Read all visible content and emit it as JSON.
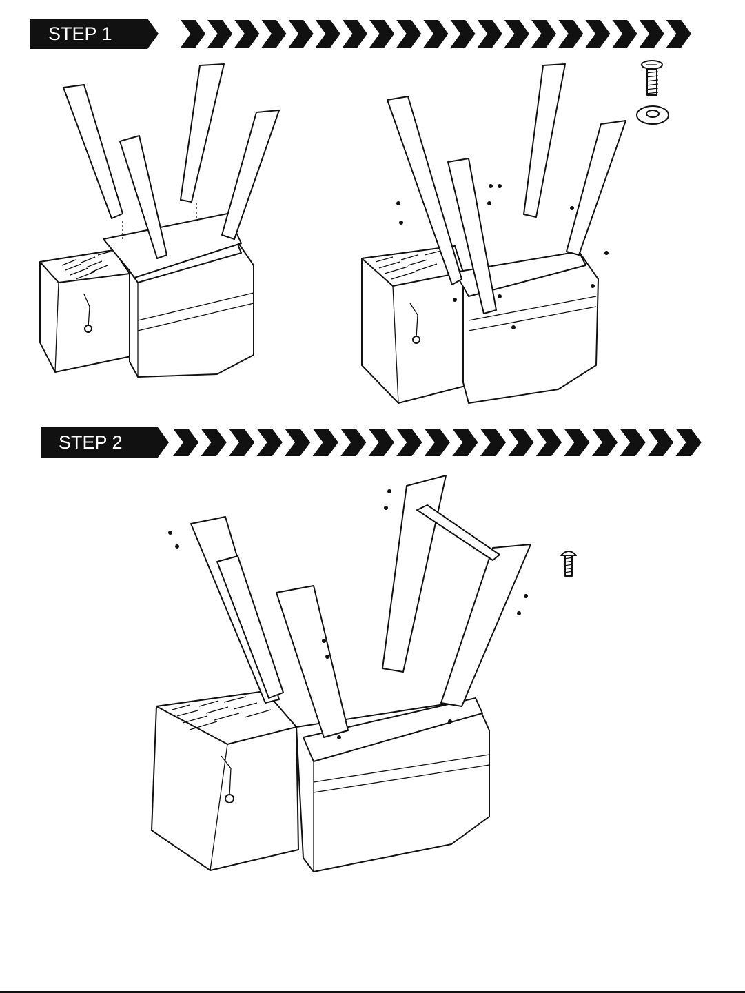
{
  "steps": [
    {
      "label": "STEP 1"
    },
    {
      "label": "STEP 2"
    }
  ],
  "parts": [
    {
      "icon": "screw-with-spring-icon",
      "step": 1
    },
    {
      "icon": "washer-icon",
      "step": 1
    },
    {
      "icon": "bolt-icon",
      "step": 2
    }
  ]
}
